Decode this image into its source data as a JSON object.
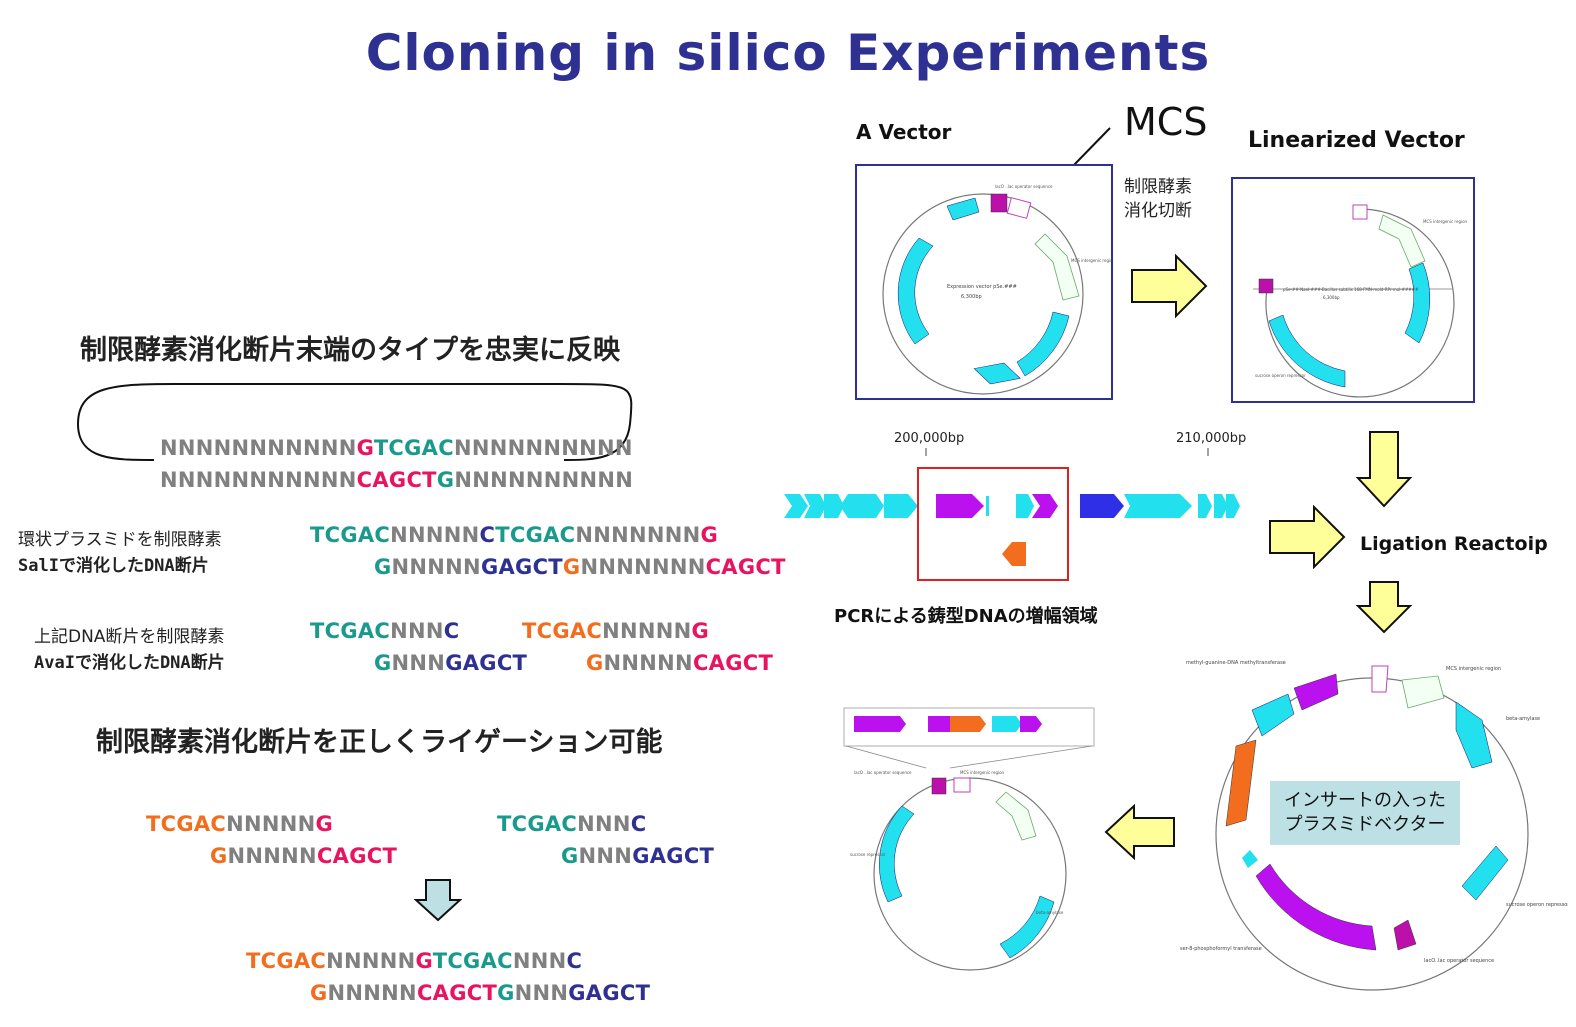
{
  "title": "Cloning in silico Experiments",
  "left": {
    "heading1": "制限酵素消化断片末端のタイプを忠実に反映",
    "heading2": "制限酵素消化断片を正しくライゲーション可能",
    "loop_seq": {
      "top": [
        "NNNNNNNNNNN",
        "G",
        "TCGAC",
        "NNNNNNNNNN"
      ],
      "bottom": [
        "NNNNNNNNNNN",
        "CAGCT",
        "G",
        "NNNNNNNNNN"
      ]
    },
    "sali_note": [
      "環状プラスミドを制限酵素",
      "SalIで消化したDNA断片"
    ],
    "sali_seq": {
      "top": [
        "TCGAC",
        "NNNNN",
        "C",
        "TCGAC",
        "NNNNNNN",
        "G"
      ],
      "bottom": [
        "G",
        "NNNNN",
        "GAGCT",
        "G",
        "NNNNNNN",
        "CAGCT"
      ]
    },
    "avai_note": [
      "上記DNA断片を制限酵素",
      "AvaIで消化したDNA断片"
    ],
    "avai_seq1": {
      "top": [
        "TCGAC",
        "NNN",
        "C"
      ],
      "bottom": [
        "G",
        "NNN",
        "GAGCT"
      ]
    },
    "avai_seq2": {
      "top": [
        "TCGAC",
        "NNNNN",
        "G"
      ],
      "bottom": [
        "G",
        "NNNNN",
        "CAGCT"
      ]
    },
    "lig_seq1": {
      "top": [
        "TCGAC",
        "NNNNN",
        "G"
      ],
      "bottom": [
        "G",
        "NNNNN",
        "CAGCT"
      ]
    },
    "lig_seq2": {
      "top": [
        "TCGAC",
        "NNN",
        "C"
      ],
      "bottom": [
        "G",
        "NNN",
        "GAGCT"
      ]
    },
    "result_seq": {
      "top": [
        "TCGAC",
        "NNNNN",
        "G",
        "TCGAC",
        "NNN",
        "C"
      ],
      "bottom": [
        "G",
        "NNNNN",
        "CAGCT",
        "G",
        "NNN",
        "GAGCT"
      ]
    }
  },
  "right": {
    "vector_label": "A Vector",
    "mcs_label": "MCS",
    "digest_note": [
      "制限酵素",
      "消化切断"
    ],
    "linearized_label": "Linearized Vector",
    "ligation_label": "Ligation Reactoip",
    "pcr_label": "PCRによる鋳型DNAの増幅領域",
    "axis_ticks": [
      "200,000bp",
      "210,000bp"
    ],
    "callout": [
      "インサートの入った",
      "プラスミドベクター"
    ]
  },
  "colors": {
    "title": "#2e3192",
    "gray": "#808080",
    "magenta": "#e8145f",
    "teal": "#1a9a8c",
    "orange": "#f26d1d",
    "navy": "#2e3192",
    "cyan": "#22e0ee",
    "purple": "#bb11ee",
    "arrow_fill": "#ffff99"
  }
}
